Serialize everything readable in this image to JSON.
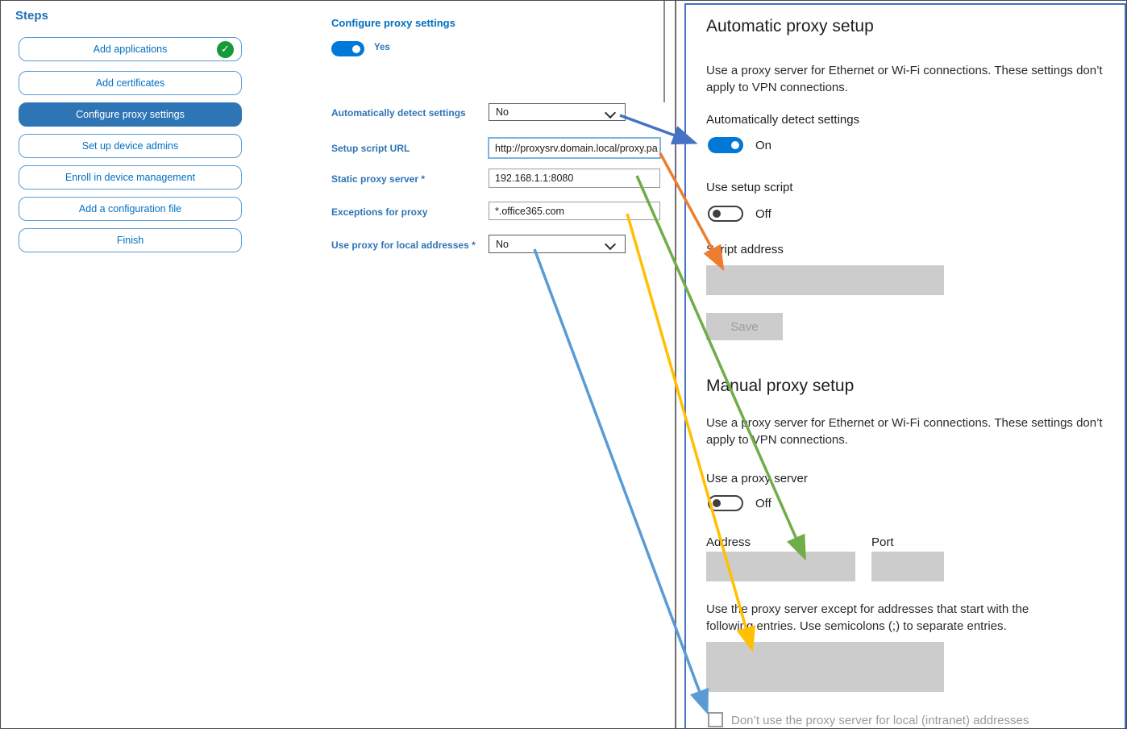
{
  "sidebar": {
    "title": "Steps",
    "items": [
      {
        "label": "Add applications",
        "completed": true,
        "selected": false
      },
      {
        "label": "Add certificates",
        "completed": false,
        "selected": false
      },
      {
        "label": "Configure proxy settings",
        "completed": false,
        "selected": true
      },
      {
        "label": "Set up device admins",
        "completed": false,
        "selected": false
      },
      {
        "label": "Enroll in device management",
        "completed": false,
        "selected": false
      },
      {
        "label": "Add a configuration file",
        "completed": false,
        "selected": false
      },
      {
        "label": "Finish",
        "completed": false,
        "selected": false
      }
    ]
  },
  "form": {
    "title": "Configure proxy settings",
    "toggle_state": "on",
    "toggle_label": "Yes",
    "fields": [
      {
        "label": "Automatically detect settings",
        "type": "dropdown",
        "value": "No"
      },
      {
        "label": "Setup script URL",
        "type": "text",
        "value": "http://proxysrv.domain.local/proxy.pa"
      },
      {
        "label": "Static proxy server *",
        "type": "text",
        "value": "192.168.1.1:8080"
      },
      {
        "label": "Exceptions for proxy",
        "type": "text",
        "value": "*.office365.com"
      },
      {
        "label": "Use proxy for local addresses *",
        "type": "dropdown",
        "value": "No"
      }
    ]
  },
  "panel": {
    "automatic": {
      "title": "Automatic proxy setup",
      "description": "Use a proxy server for Ethernet or Wi-Fi connections. These settings don’t apply to VPN connections.",
      "detect_label": "Automatically detect settings",
      "detect_state": "On",
      "script_toggle_label": "Use setup script",
      "script_toggle_state": "Off",
      "script_address_label": "Script address",
      "script_address_value": "",
      "save_label": "Save"
    },
    "manual": {
      "title": "Manual proxy setup",
      "description": "Use a proxy server for Ethernet or Wi-Fi connections. These settings don’t apply to VPN connections.",
      "proxy_toggle_label": "Use a proxy server",
      "proxy_toggle_state": "Off",
      "address_label": "Address",
      "address_value": "",
      "port_label": "Port",
      "port_value": "",
      "exceptions_text": "Use the proxy server except for addresses that start with the following entries. Use semicolons (;) to separate entries.",
      "exceptions_value": "",
      "checkbox_label": "Don’t use the proxy server for local (intranet) addresses",
      "checkbox_checked": false
    }
  },
  "icons": {
    "completed_check": "✓"
  },
  "arrows": [
    {
      "color": "#4472C4",
      "from": "automatically-detect-settings-dropdown",
      "to": "automatic-detect-toggle"
    },
    {
      "color": "#ED7D31",
      "from": "setup-script-url-input",
      "to": "script-address-input"
    },
    {
      "color": "#70AD47",
      "from": "static-proxy-server-input",
      "to": "manual-address-input"
    },
    {
      "color": "#FFC000",
      "from": "exceptions-for-proxy-input",
      "to": "manual-exceptions-textarea"
    },
    {
      "color": "#5B9BD5",
      "from": "use-proxy-local-addresses-dropdown",
      "to": "local-intranet-checkbox"
    }
  ],
  "colors": {
    "accent_blue": "#0078D7",
    "sidebar_selected": "#2E75B6",
    "sidebar_border": "#5B9BD5",
    "label_blue": "#2E74B5",
    "completed_green": "#149A37",
    "panel_border": "#4472C4",
    "disabled_gray": "#CCCCCC",
    "arrow_blue": "#4472C4",
    "arrow_orange": "#ED7D31",
    "arrow_green": "#70AD47",
    "arrow_gold": "#FFC000",
    "arrow_lightblue": "#5B9BD5"
  }
}
